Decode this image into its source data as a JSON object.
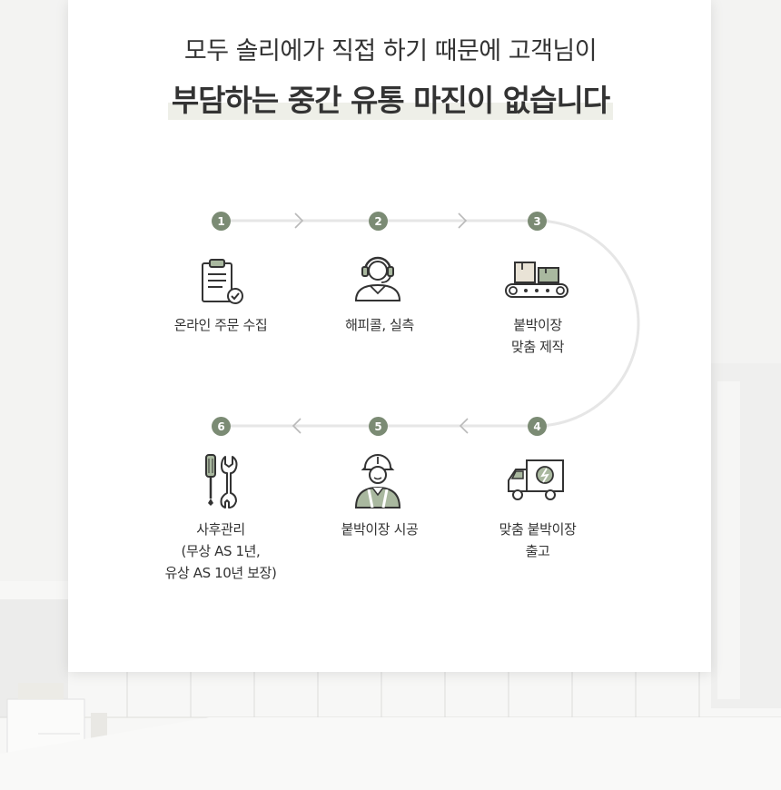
{
  "headline": {
    "line1": "모두 솔리에가 직접 하기 때문에 고객님이",
    "line2": "부담하는 중간 유통 마진이 없습니다"
  },
  "colors": {
    "accent": "#7b8b74",
    "text": "#333333",
    "highlight": "#eeefe8",
    "line": "#e6e6e6"
  },
  "steps": [
    {
      "number": "1",
      "icon": "clipboard-check-icon",
      "lines": [
        "온라인 주문 수집"
      ]
    },
    {
      "number": "2",
      "icon": "headset-agent-icon",
      "lines": [
        "해피콜, 실측"
      ]
    },
    {
      "number": "3",
      "icon": "conveyor-boxes-icon",
      "lines": [
        "붙박이장",
        "맞춤 제작"
      ]
    },
    {
      "number": "4",
      "icon": "delivery-truck-icon",
      "lines": [
        "맞춤 붙박이장",
        "출고"
      ]
    },
    {
      "number": "5",
      "icon": "construction-worker-icon",
      "lines": [
        "붙박이장 시공"
      ]
    },
    {
      "number": "6",
      "icon": "screwdriver-wrench-icon",
      "lines": [
        "사후관리",
        "(무상 AS 1년,",
        "유상 AS 10년 보장)"
      ]
    }
  ]
}
